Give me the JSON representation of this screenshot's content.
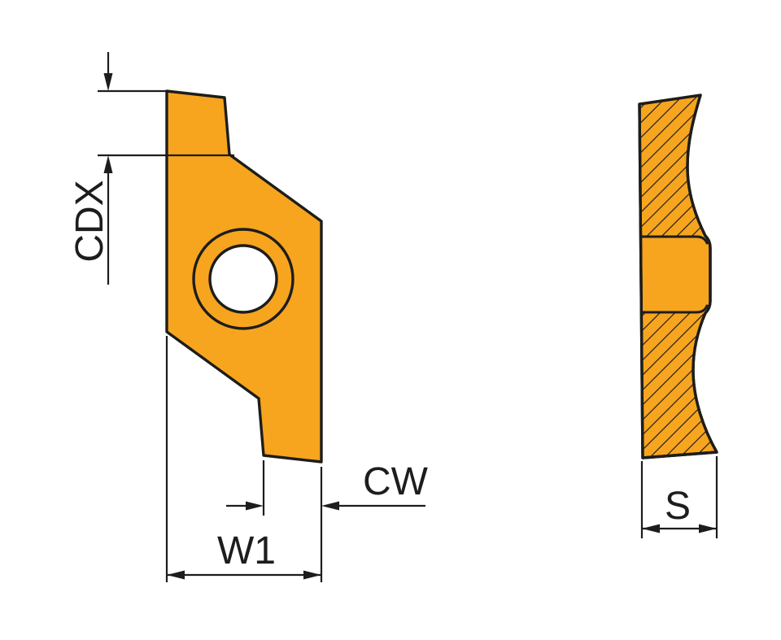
{
  "labels": {
    "cdx": "CDX",
    "cw": "CW",
    "w1": "W1",
    "s": "S"
  },
  "colors": {
    "insert": "#F7A51F",
    "hole": "#FFFFFF",
    "line": "#1D1D1B",
    "background": "#FFFFFF"
  }
}
